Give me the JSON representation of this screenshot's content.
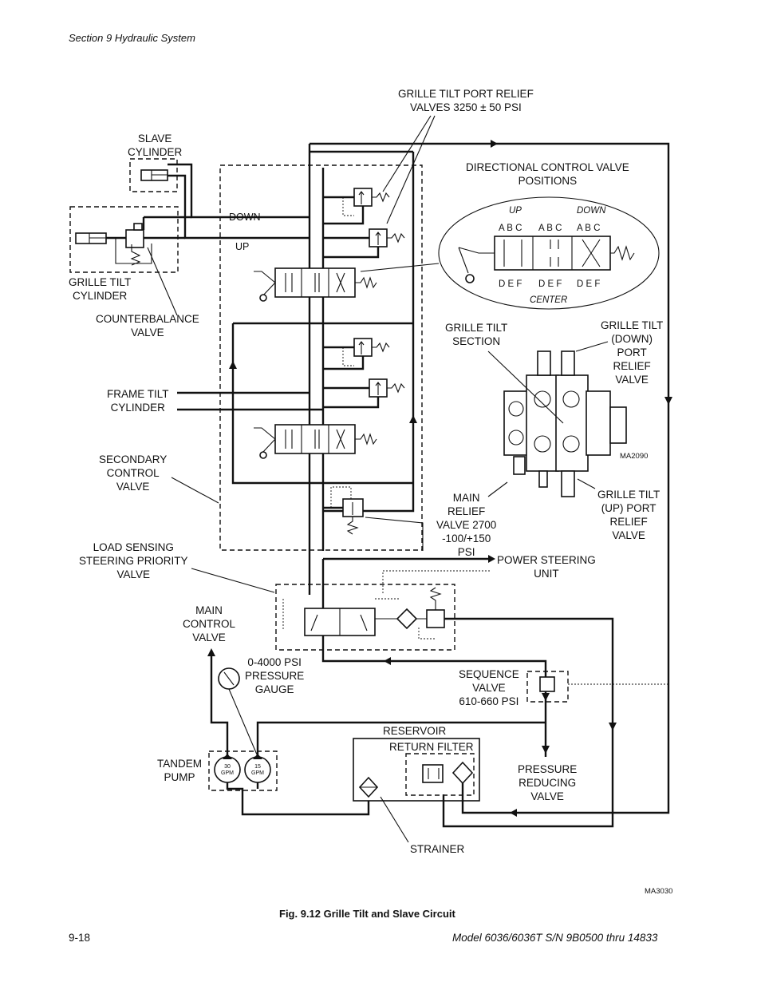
{
  "header": {
    "section": "Section 9    Hydraulic System"
  },
  "labels": {
    "port_relief": [
      "GRILLE TILT PORT RELIEF",
      "VALVES 3250 ± 50 PSI"
    ],
    "slave_cylinder": [
      "SLAVE",
      "CYLINDER"
    ],
    "down": "DOWN",
    "up": "UP",
    "grille_tilt_cylinder": [
      "GRILLE TILT",
      "CYLINDER"
    ],
    "counterbalance": [
      "COUNTERBALANCE",
      "VALVE"
    ],
    "frame_tilt": [
      "FRAME TILT",
      "CYLINDER"
    ],
    "secondary_control": [
      "SECONDARY",
      "CONTROL",
      "VALVE"
    ],
    "load_sensing": [
      "LOAD SENSING",
      "STEERING PRIORITY",
      "VALVE"
    ],
    "main_control": [
      "MAIN",
      "CONTROL",
      "VALVE"
    ],
    "pressure_gauge": [
      "0-4000 PSI",
      "PRESSURE",
      "GAUGE"
    ],
    "tandem_pump": [
      "TANDEM",
      "PUMP"
    ],
    "reservoir": "RESERVOIR",
    "return_filter": "RETURN FILTER",
    "strainer": "STRAINER",
    "pressure_reducing": [
      "PRESSURE",
      "REDUCING",
      "VALVE"
    ],
    "sequence_valve": [
      "SEQUENCE",
      "VALVE",
      "610-660 PSI"
    ],
    "power_steering": [
      "POWER STEERING",
      "UNIT"
    ],
    "main_relief": [
      "MAIN",
      "RELIEF",
      "VALVE 2700",
      "-100/+150",
      "PSI"
    ],
    "dcv_positions": [
      "DIRECTIONAL CONTROL VALVE",
      "POSITIONS"
    ],
    "dcv_up": "UP",
    "dcv_down": "DOWN",
    "dcv_center": "CENTER",
    "dcv_top_ports": [
      "A  B  C",
      "A  B  C",
      "A  B  C"
    ],
    "dcv_bottom_ports": [
      "D  E  F",
      "D  E  F",
      "D  E  F"
    ],
    "grille_tilt_section": [
      "GRILLE TILT",
      "SECTION"
    ],
    "down_port_relief": [
      "GRILLE TILT",
      "(DOWN)",
      "PORT",
      "RELIEF",
      "VALVE"
    ],
    "up_port_relief": [
      "GRILLE TILT",
      "(UP) PORT",
      "RELIEF",
      "VALVE"
    ],
    "ma2090": "MA2090",
    "ma3030": "MA3030",
    "pump_30": [
      "30",
      "GPM"
    ],
    "pump_15": [
      "15",
      "GPM"
    ]
  },
  "caption": "Fig. 9.12 Grille Tilt and Slave Circuit",
  "footer": {
    "page": "9-18",
    "model": "Model 6036/6036T S/N 9B0500 thru 14833"
  }
}
